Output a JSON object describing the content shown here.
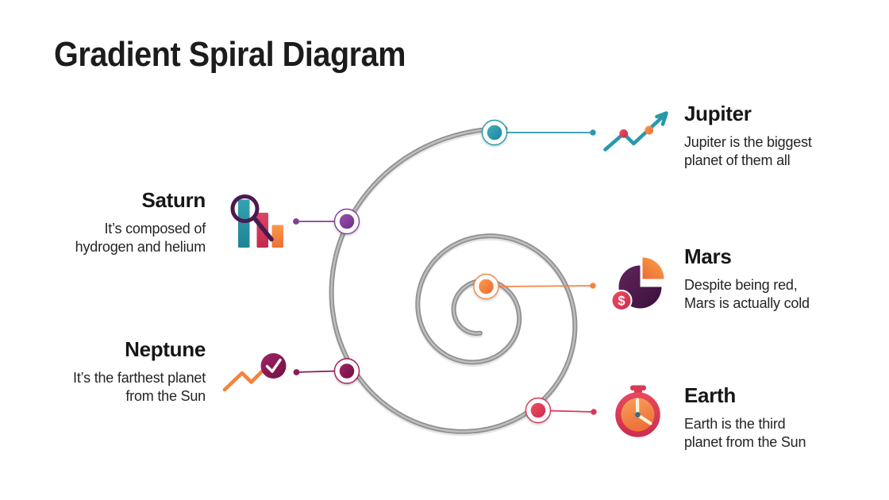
{
  "title": "Gradient Spiral Diagram",
  "entries": [
    {
      "id": "jupiter",
      "title": "Jupiter",
      "desc": [
        "Jupiter is the biggest",
        "planet of them all"
      ],
      "side": "right",
      "color": "#2799AC",
      "icon": "trend-line-arrow-icon"
    },
    {
      "id": "saturn",
      "title": "Saturn",
      "desc": [
        "It’s composed of",
        "hydrogen and helium"
      ],
      "side": "left",
      "color": "#7E3F9D",
      "icon": "magnifier-bar-chart-icon"
    },
    {
      "id": "mars",
      "title": "Mars",
      "desc": [
        "Despite being red,",
        "Mars is actually cold"
      ],
      "side": "right",
      "color": "#F5823F",
      "icon": "pie-chart-dollar-icon"
    },
    {
      "id": "neptune",
      "title": "Neptune",
      "desc": [
        "It’s the farthest planet",
        "from the Sun"
      ],
      "side": "left",
      "color": "#8C1A5B",
      "icon": "checkmark-trend-icon"
    },
    {
      "id": "earth",
      "title": "Earth",
      "desc": [
        "Earth is the third",
        "planet from the Sun"
      ],
      "side": "right",
      "color": "#D8365A",
      "icon": "stopwatch-icon"
    }
  ],
  "icons": {
    "dollar_sign": "$"
  },
  "colors": {
    "teal": "#2799AC",
    "purple": "#7E3F9D",
    "orange": "#F5823F",
    "wine": "#8C1A5B",
    "red": "#D8365A",
    "plum": "#511A4D",
    "magnifier_dark": "#4A1A50",
    "spiral_gray": "#9E9E9E",
    "title_text": "#1c1c1c",
    "body_text": "#242424",
    "background": "#FFFFFF"
  }
}
